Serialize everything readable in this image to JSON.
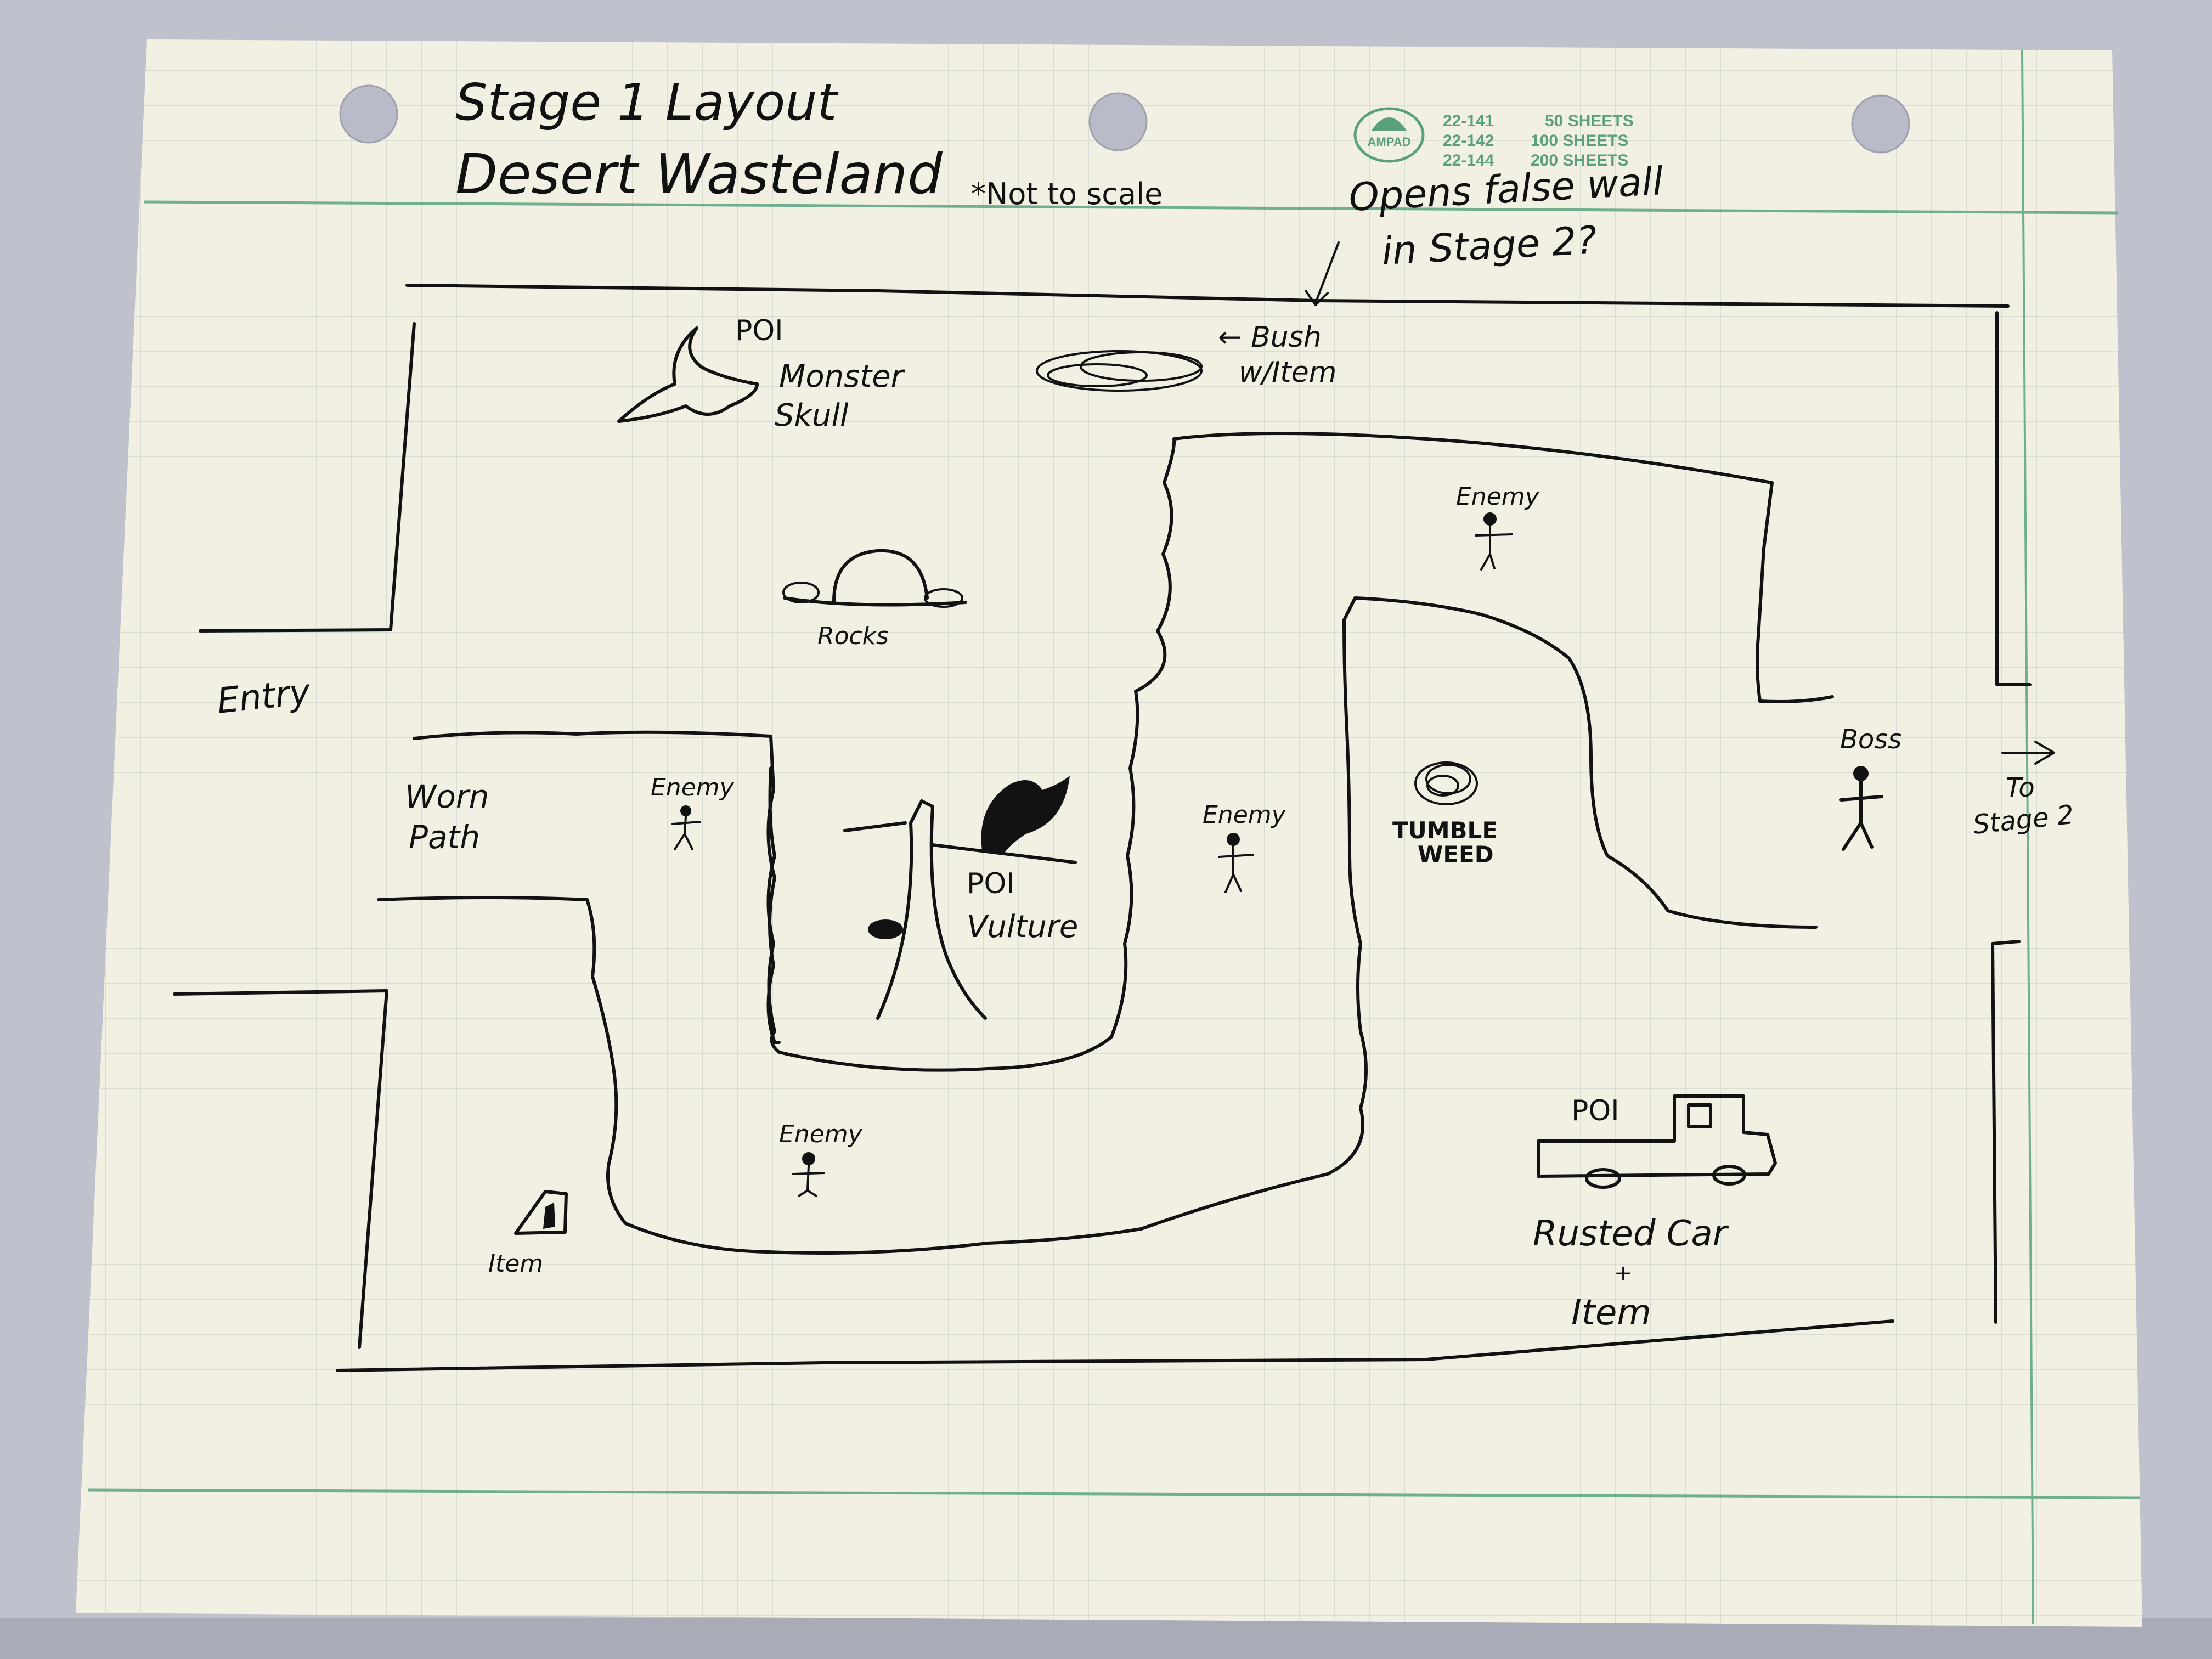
{
  "header": {
    "title_line1": "Stage 1 Layout",
    "title_line2": "Desert Wasteland",
    "scale_note": "*Not to scale",
    "false_wall_note_line1": "Opens false wall",
    "false_wall_note_line2": "in Stage 2?"
  },
  "pad_branding": {
    "logo": "AMPAD",
    "rows": [
      {
        "code": "22-141",
        "sheets": "50 SHEETS"
      },
      {
        "code": "22-142",
        "sheets": "100 SHEETS"
      },
      {
        "code": "22-144",
        "sheets": "200 SHEETS"
      }
    ]
  },
  "labels": {
    "entry": "Entry",
    "worn_path_line1": "Worn",
    "worn_path_line2": "Path",
    "skull_poi": "POI",
    "skull_line1": "Monster",
    "skull_line2": "Skull",
    "bush_line1": "← Bush",
    "bush_line2": "w/Item",
    "rocks": "Rocks",
    "vulture_poi": "POI",
    "vulture": "Vulture",
    "tumbleweed_line1": "TUMBLE",
    "tumbleweed_line2": "WEED",
    "item_left": "Item",
    "car_poi": "POI",
    "car_line1": "Rusted Car",
    "car_plus": "+",
    "car_line2": "Item",
    "boss": "Boss",
    "exit_line1": "To",
    "exit_line2": "Stage 2"
  },
  "enemies": [
    {
      "label": "Enemy"
    },
    {
      "label": "Enemy"
    },
    {
      "label": "Enemy"
    },
    {
      "label": "Enemy"
    }
  ],
  "icons": [
    "punch-hole-icon",
    "ampad-logo-icon",
    "monster-skull-icon",
    "bush-icon",
    "rock-icon",
    "tree-icon",
    "vulture-icon",
    "tumbleweed-icon",
    "item-tent-icon",
    "rusted-car-icon",
    "stick-figure-icon",
    "arrow-right-icon"
  ],
  "colors": {
    "paper": "#f1efe2",
    "grid": "#d9ddd3",
    "margin_green": "#6fae8f",
    "ink": "#121212",
    "table": "#b9bcc8"
  }
}
